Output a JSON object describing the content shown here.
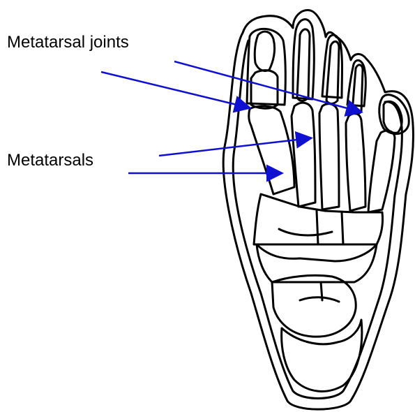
{
  "labels": {
    "metatarsal_joints": "Metatarsal joints",
    "metatarsals": "Metatarsals"
  },
  "colors": {
    "arrow": "#1010d0",
    "outline": "#000000",
    "background": "#ffffff"
  },
  "illustration": {
    "subject": "foot-skeleton-top-view"
  }
}
